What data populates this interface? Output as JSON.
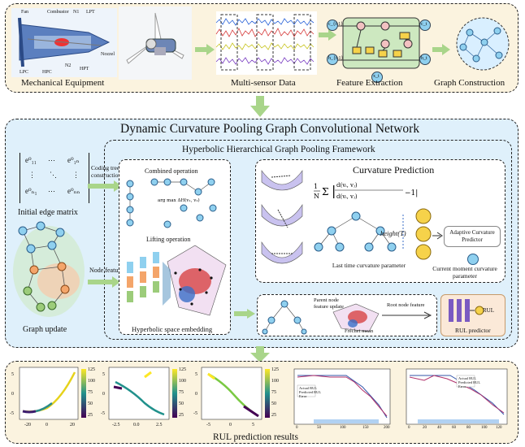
{
  "top_stage": {
    "mechanical_equipment": "Mechanical Equipment",
    "multi_sensor_data": "Multi-sensor Data",
    "feature_extraction": "Feature Extraction",
    "graph_construction": "Graph Construction",
    "engine_labels": {
      "fan": "Fan",
      "combustor": "Combustor",
      "n1": "N1",
      "lpt": "LPT",
      "lpc": "LPC",
      "hpc": "HPC",
      "n2": "N2",
      "hpt": "HPT",
      "nozzle": "Nozzel"
    },
    "lstm_labels": {
      "c_prev": "c_{t-1}",
      "h_prev": "h_{t-1}",
      "x_t": "x_t",
      "c_t": "c_t",
      "h_t": "h_t"
    }
  },
  "middle_stage": {
    "title": "Dynamic Curvature Pooling Graph Convolutional Network",
    "framework_title": "Hyperbolic Hierarchical Graph Pooling Framework",
    "initial_edge_matrix": "Initial edge matrix",
    "coding_tree_construction": "Coding tree construction",
    "node_feature": "Node feature",
    "graph_update": "Graph update",
    "combined_operation": "Combined operation",
    "lifting_operation": "Lifting operation",
    "hyperbolic_embedding": "Hyperbolic space embedding",
    "curvature_prediction": "Curvature Prediction",
    "adaptive_curvature_predictor": "Adaptive Curvature Predictor",
    "last_time_curvature": "Last time curvature parameter",
    "current_moment_curvature": "Current moment curvature parameter",
    "height_label": "height(T)",
    "parent_node_update": "Parent node feature update",
    "frechet_mean": "Fréchet mean",
    "root_node_feature": "Root node feature",
    "rul_predictor": "RUL predictor",
    "rul": "RUL",
    "matrix": {
      "e11": "e⁰₁₁",
      "e1n": "e⁰₁ₙ",
      "en1": "e⁰ₙ₁",
      "enn": "e⁰ₙₙ",
      "dots": "⋯",
      "vdots": "⋮",
      "ddots": "⋱"
    }
  },
  "bottom_stage": {
    "title": "RUL prediction results",
    "scatter_plots": [
      {
        "xticks": [
          "-20",
          "0",
          "20"
        ],
        "yticks": [
          "5",
          "0",
          "-5"
        ],
        "cbar": [
          "125",
          "100",
          "75",
          "50",
          "25"
        ]
      },
      {
        "xticks": [
          "-2.5",
          "0.0",
          "2.5"
        ],
        "yticks": [
          "5",
          "0",
          "-5"
        ],
        "cbar": [
          "125",
          "100",
          "75",
          "50",
          "25"
        ]
      },
      {
        "xticks": [
          "-5",
          "0",
          "5"
        ],
        "yticks": [
          "5",
          "0",
          "-5"
        ],
        "cbar": [
          "125",
          "100",
          "75",
          "50",
          "25"
        ]
      }
    ],
    "line_plots": [
      {
        "legend": [
          "Actual RUL",
          "Predicted RUL",
          "Error"
        ],
        "xticks": [
          "0",
          "50",
          "100",
          "150",
          "200"
        ]
      },
      {
        "legend": [
          "Actual RUL",
          "Predicted RUL",
          "Error"
        ],
        "xticks": [
          "0",
          "20",
          "40",
          "60",
          "80",
          "100",
          "120"
        ]
      }
    ]
  },
  "colors": {
    "arrow_green": "#a9d58a",
    "node_blue": "#8fd0ef",
    "node_yellow": "#f6d24a",
    "node_orange": "#f4a56a",
    "node_green": "#9ccc7a"
  }
}
